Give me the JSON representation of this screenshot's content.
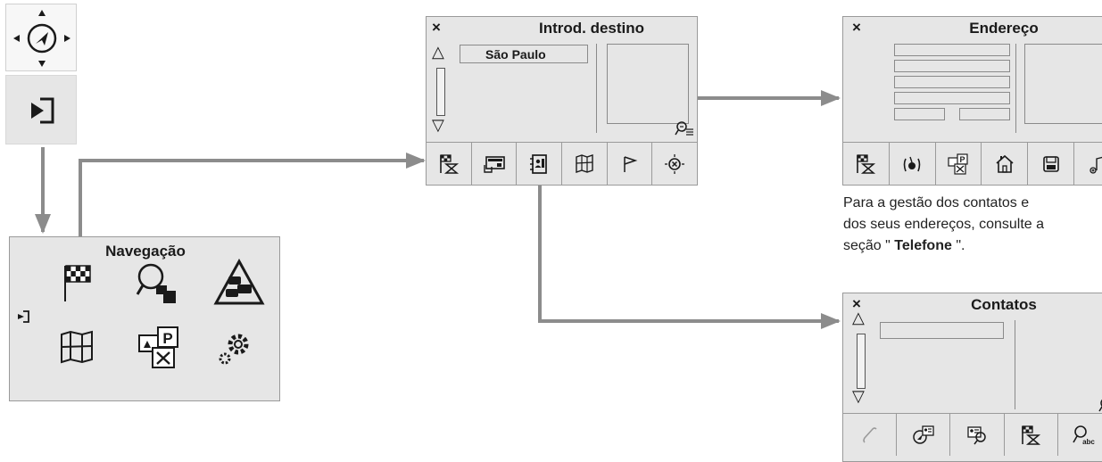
{
  "colors": {
    "panel_bg": "#e6e6e6",
    "connector": "#8c8c8c",
    "border": "#9a9a9a",
    "icon": "#1a1a1a"
  },
  "top_controls": {
    "joystick_icon": "navigation-joystick-icon",
    "enter_icon": "enter-icon"
  },
  "nav_menu": {
    "title": "Navegação",
    "items": [
      {
        "icon": "checkered-flag-icon"
      },
      {
        "icon": "search-poi-icon"
      },
      {
        "icon": "traffic-warning-icon"
      },
      {
        "icon": "map-icon"
      },
      {
        "icon": "poi-categories-icon"
      },
      {
        "icon": "settings-gear-icon"
      }
    ],
    "back_icon": "back-exit-icon"
  },
  "destination_screen": {
    "title": "Introd. destino",
    "close_label": "×",
    "city_value": "São Paulo",
    "toolbar": [
      {
        "icon": "flag-hourglass-icon"
      },
      {
        "icon": "address-card-icon"
      },
      {
        "icon": "contacts-book-icon"
      },
      {
        "icon": "map-select-icon"
      },
      {
        "icon": "flag-outline-icon"
      },
      {
        "icon": "target-position-icon"
      }
    ]
  },
  "address_screen": {
    "title": "Endereço",
    "close_label": "×",
    "toolbar": [
      {
        "icon": "flag-hourglass-icon"
      },
      {
        "icon": "gps-coordinates-icon"
      },
      {
        "icon": "poi-categories-icon"
      },
      {
        "icon": "home-icon"
      },
      {
        "icon": "save-disk-icon"
      },
      {
        "icon": "add-note-icon"
      }
    ]
  },
  "contacts_note": {
    "line1": "Para a gestão dos contatos e",
    "line2": "dos seus endereços, consulte a",
    "line3_before": "seção \" ",
    "line3_bold": "Telefone",
    "line3_after": "  \"."
  },
  "contacts_screen": {
    "title": "Contatos",
    "close_label": "×",
    "toolbar": [
      {
        "icon": "phone-handset-icon"
      },
      {
        "icon": "contact-navigate-icon"
      },
      {
        "icon": "contact-search-icon"
      },
      {
        "icon": "flag-hourglass-icon"
      },
      {
        "icon": "search-abc-icon"
      }
    ]
  }
}
